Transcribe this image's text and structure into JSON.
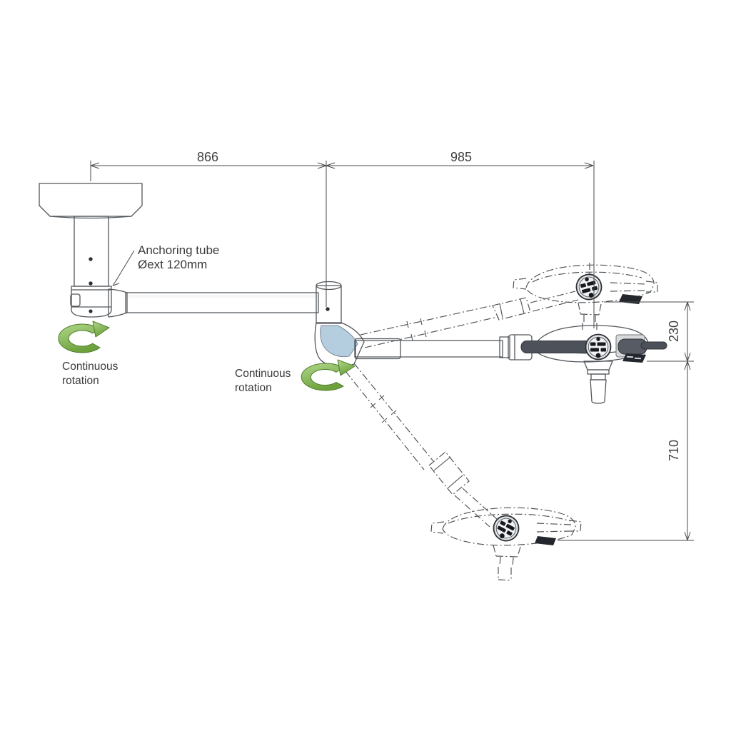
{
  "page": {
    "background": "#ffffff"
  },
  "diagram": {
    "dimensions": {
      "span_canopy_to_pivot": "866",
      "span_pivot_to_head": "985",
      "head_travel_up": "230",
      "head_travel_down": "710"
    },
    "labels": {
      "anchoring_tube_line1": "Anchoring tube",
      "anchoring_tube_line2": "Øext 120mm",
      "rotation_anchor_line1": "Continuous",
      "rotation_anchor_line2": "rotation",
      "rotation_pivot_line1": "Continuous",
      "rotation_pivot_line2": "rotation"
    },
    "icons": {
      "rotation_arrow": "curved-rotation-arrow-icon"
    },
    "colors": {
      "rotation_arrow_green": "#85bb55",
      "rotation_arrow_green_dark": "#558a2e",
      "elbow_accent_blue": "#b5cedf",
      "pivot_cap_blue": "#c9d7e2",
      "machine_gray": "#c3c6c8",
      "canopy_gray": "#999c9e",
      "dark_handle_gray": "#4d525a",
      "outline_gray": "#51565b",
      "dimension_line_gray": "#4a4a4a",
      "text_gray": "#3a3a3a",
      "background": "#ffffff"
    }
  }
}
